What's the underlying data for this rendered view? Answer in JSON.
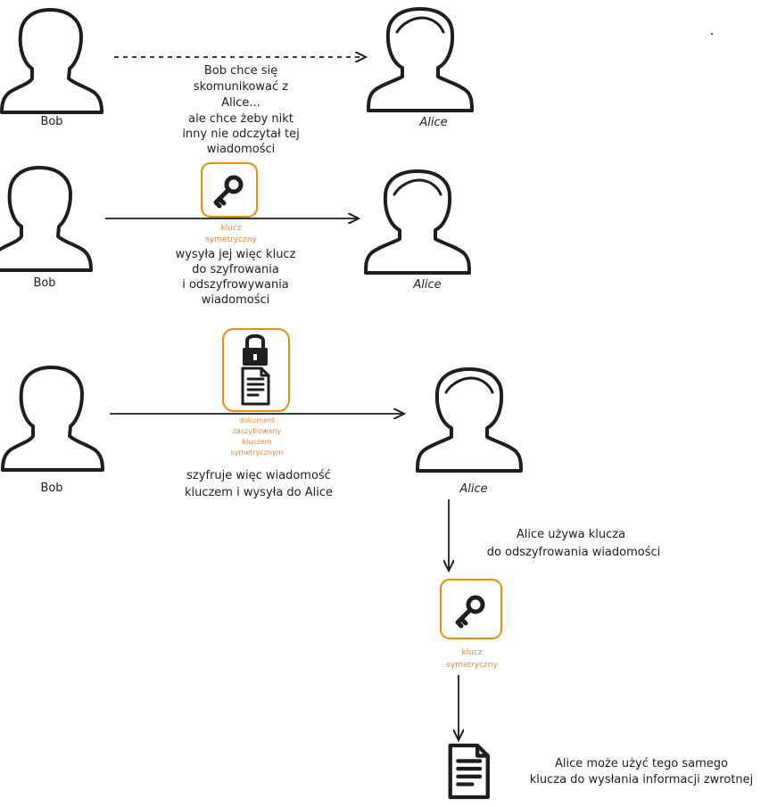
{
  "colors": {
    "ink": "#1e1e1e",
    "accent": "#f08c00",
    "accent_text": "#e8891e",
    "background": "#ffffff"
  },
  "scene1": {
    "bob_label": "Bob",
    "alice_label": "Alice",
    "caption": [
      "Bob chce się",
      "skomunikować z",
      "Alice...",
      "ale chce żeby nikt",
      "inny nie odczytał tej",
      "wiadomości"
    ]
  },
  "scene2": {
    "bob_label": "Bob",
    "alice_label": "Alice",
    "key_label": [
      "klucz",
      "symetryczny"
    ],
    "caption": [
      "wysyła jej więc klucz",
      "do szyfrowania",
      "i odszyfrowywania",
      "wiadomości"
    ]
  },
  "scene3": {
    "bob_label": "Bob",
    "alice_label": "Alice",
    "doc_label": [
      "dokument",
      "zaszyfrowany",
      "kluczem",
      "symetrycznym"
    ],
    "caption": [
      "szyfruje więc wiadomość",
      "kluczem i wysyła do Alice"
    ]
  },
  "scene4": {
    "caption": [
      "Alice używa klucza",
      "do odszyfrowania wiadomości"
    ],
    "key_label": [
      "klucz",
      "symetryczny"
    ]
  },
  "scene5": {
    "caption": [
      "Alice może użyć tego samego",
      "klucza do wysłania informacji zwrotnej"
    ]
  },
  "icons": [
    "person-icon",
    "key-icon",
    "lock-icon",
    "document-icon"
  ]
}
